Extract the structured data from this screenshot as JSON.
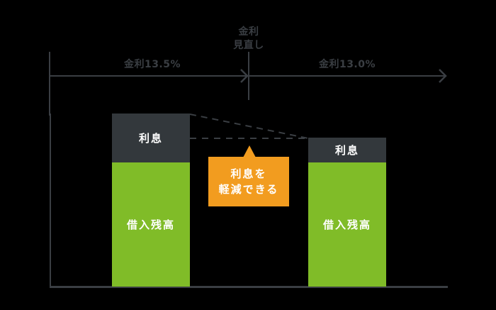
{
  "colors": {
    "background": "#000000",
    "line": "#3a3e43",
    "interest": "#33383c",
    "principal": "#80bc28",
    "callout": "#f29c1f",
    "text_light": "#ffffff"
  },
  "timeline": {
    "review_label_line1": "金利",
    "review_label_line2": "見直し",
    "period_before": "金利13.5%",
    "period_after": "金利13.0%"
  },
  "bars": [
    {
      "interest_label": "利息",
      "principal_label": "借入残高"
    },
    {
      "interest_label": "利息",
      "principal_label": "借入残高"
    }
  ],
  "callout": {
    "line1": "利息を",
    "line2": "軽減できる"
  }
}
